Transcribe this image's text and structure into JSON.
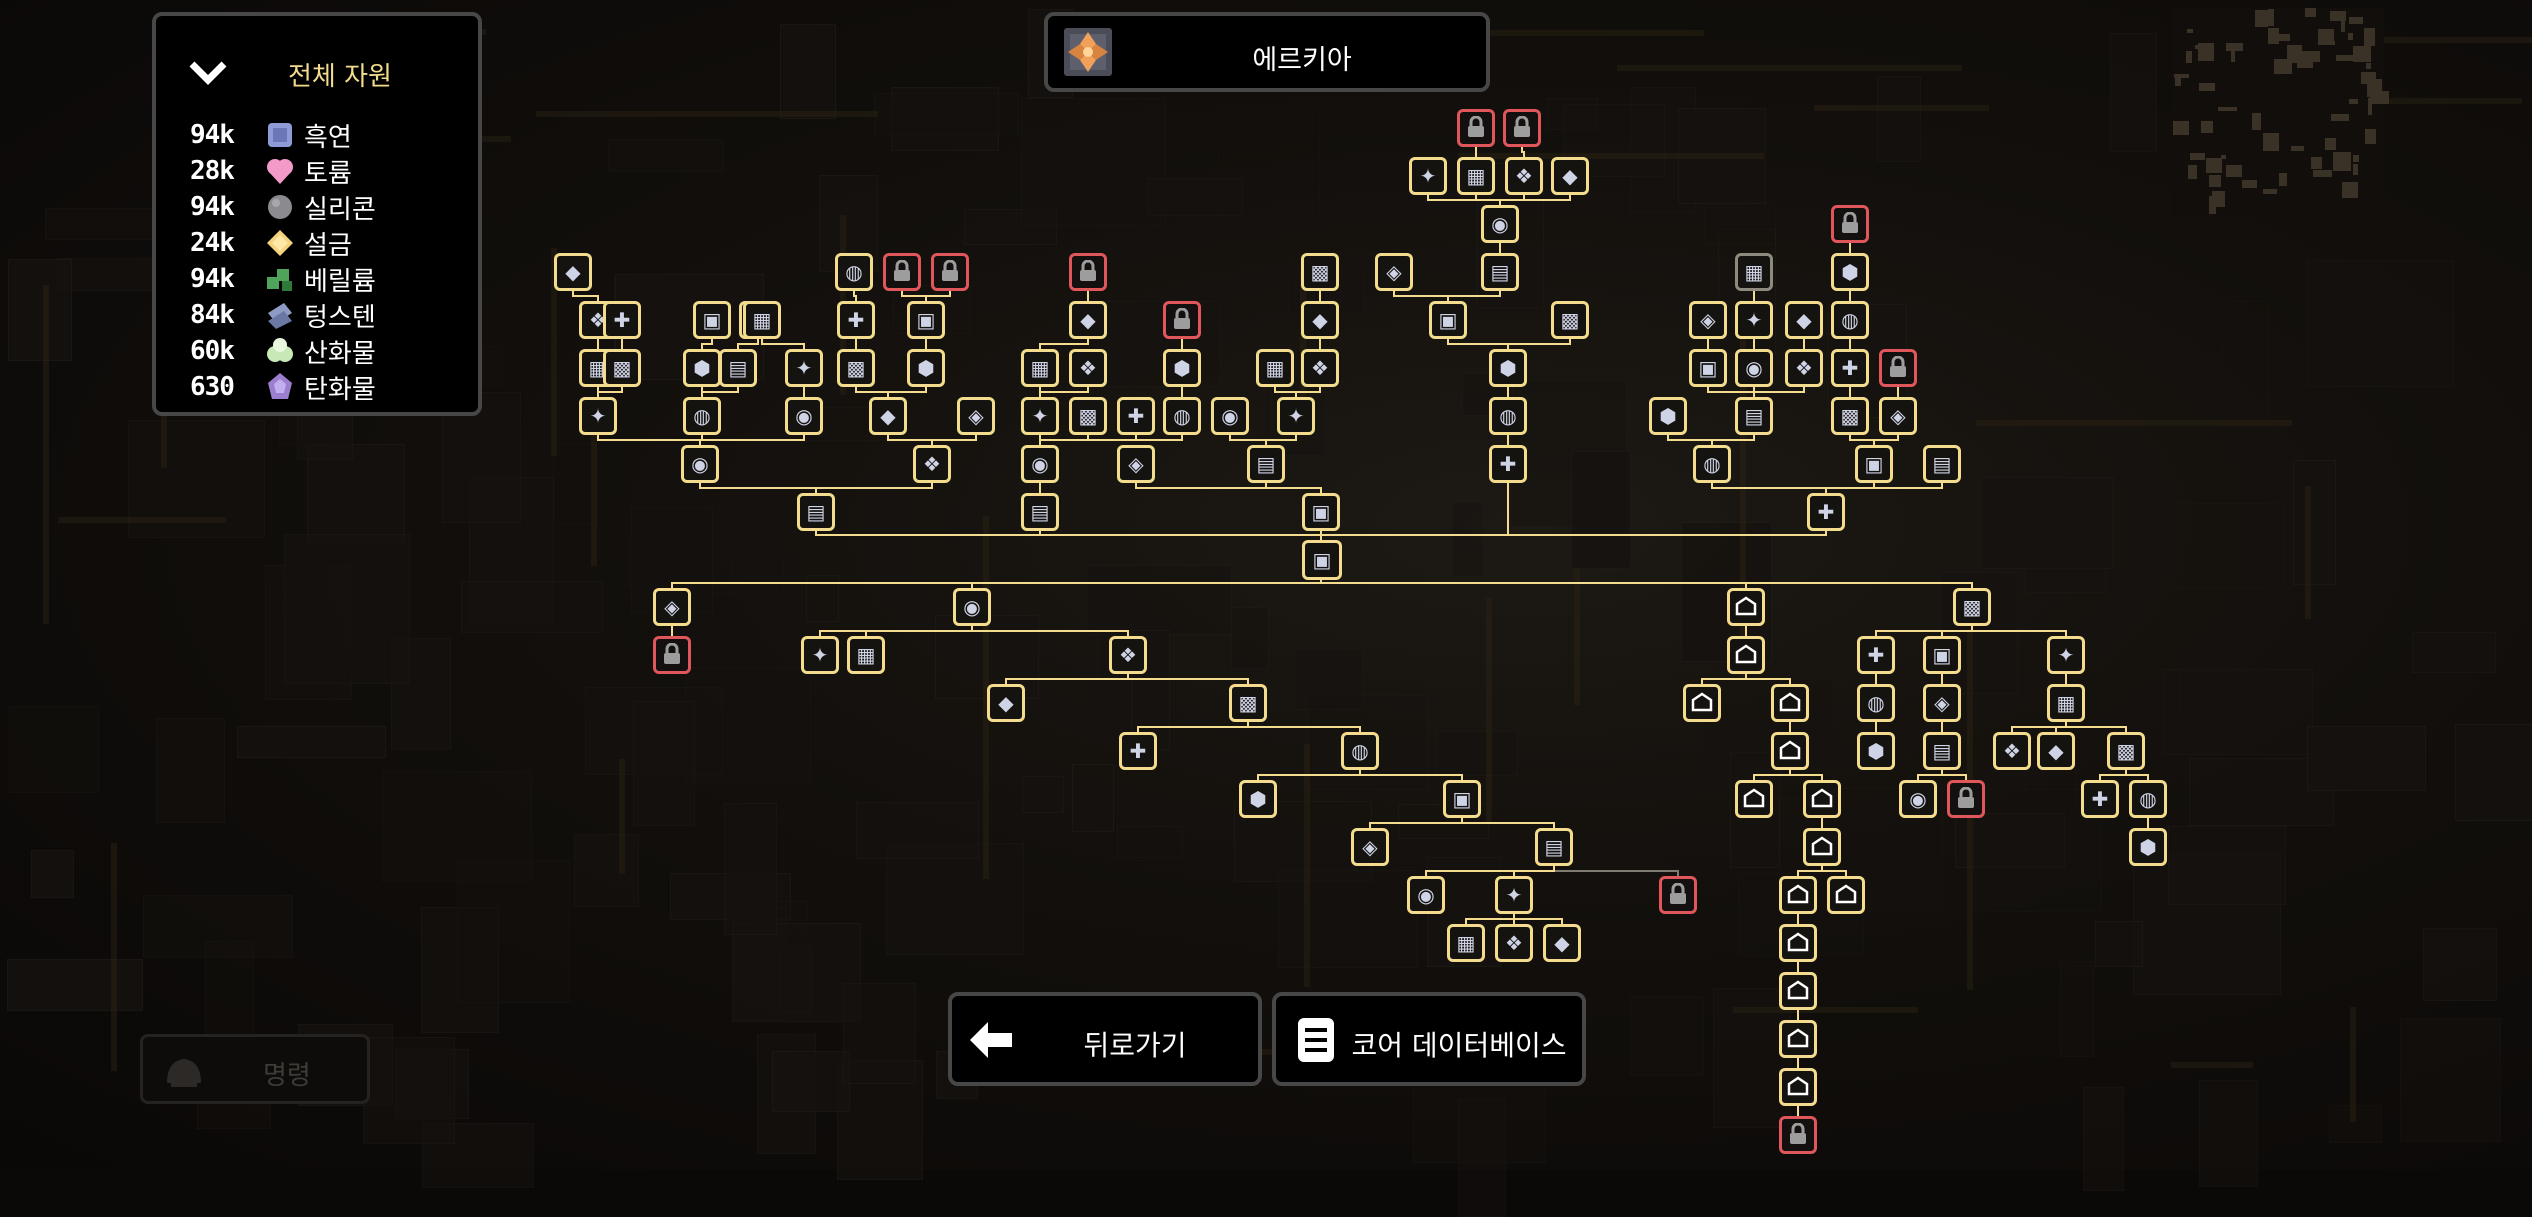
{
  "title_bar": {
    "title": "에르키아",
    "icon": "erekir-core-icon"
  },
  "resources": {
    "header": "전체 자원",
    "items": [
      {
        "amount": "94k",
        "name": "흑연",
        "icon": "graphite-icon",
        "color": "#8f9bd6"
      },
      {
        "amount": "28k",
        "name": "토륨",
        "icon": "thorium-icon",
        "color": "#f49ac8"
      },
      {
        "amount": "94k",
        "name": "실리콘",
        "icon": "silicon-icon",
        "color": "#8a8a8f"
      },
      {
        "amount": "24k",
        "name": "설금",
        "icon": "surge-alloy-icon",
        "color": "#f3d37b"
      },
      {
        "amount": "94k",
        "name": "베릴륨",
        "icon": "beryllium-icon",
        "color": "#4fa35a"
      },
      {
        "amount": "84k",
        "name": "텅스텐",
        "icon": "tungsten-icon",
        "color": "#8e9bc4"
      },
      {
        "amount": "60k",
        "name": "산화물",
        "icon": "oxide-icon",
        "color": "#c9e8b8"
      },
      {
        "amount": "630",
        "name": "탄화물",
        "icon": "carbide-icon",
        "color": "#9b7fce"
      }
    ]
  },
  "buttons": {
    "back": {
      "label": "뒤로가기",
      "icon": "arrow-left-icon"
    },
    "database": {
      "label": "코어 데이터베이스",
      "icon": "database-icon"
    }
  },
  "side_ui": {
    "command_label": "명령"
  },
  "colors": {
    "node_border": "#f3dc8d",
    "locked_border": "#e0575b",
    "line": "#f3dc8d",
    "panel_border": "#474747"
  }
}
